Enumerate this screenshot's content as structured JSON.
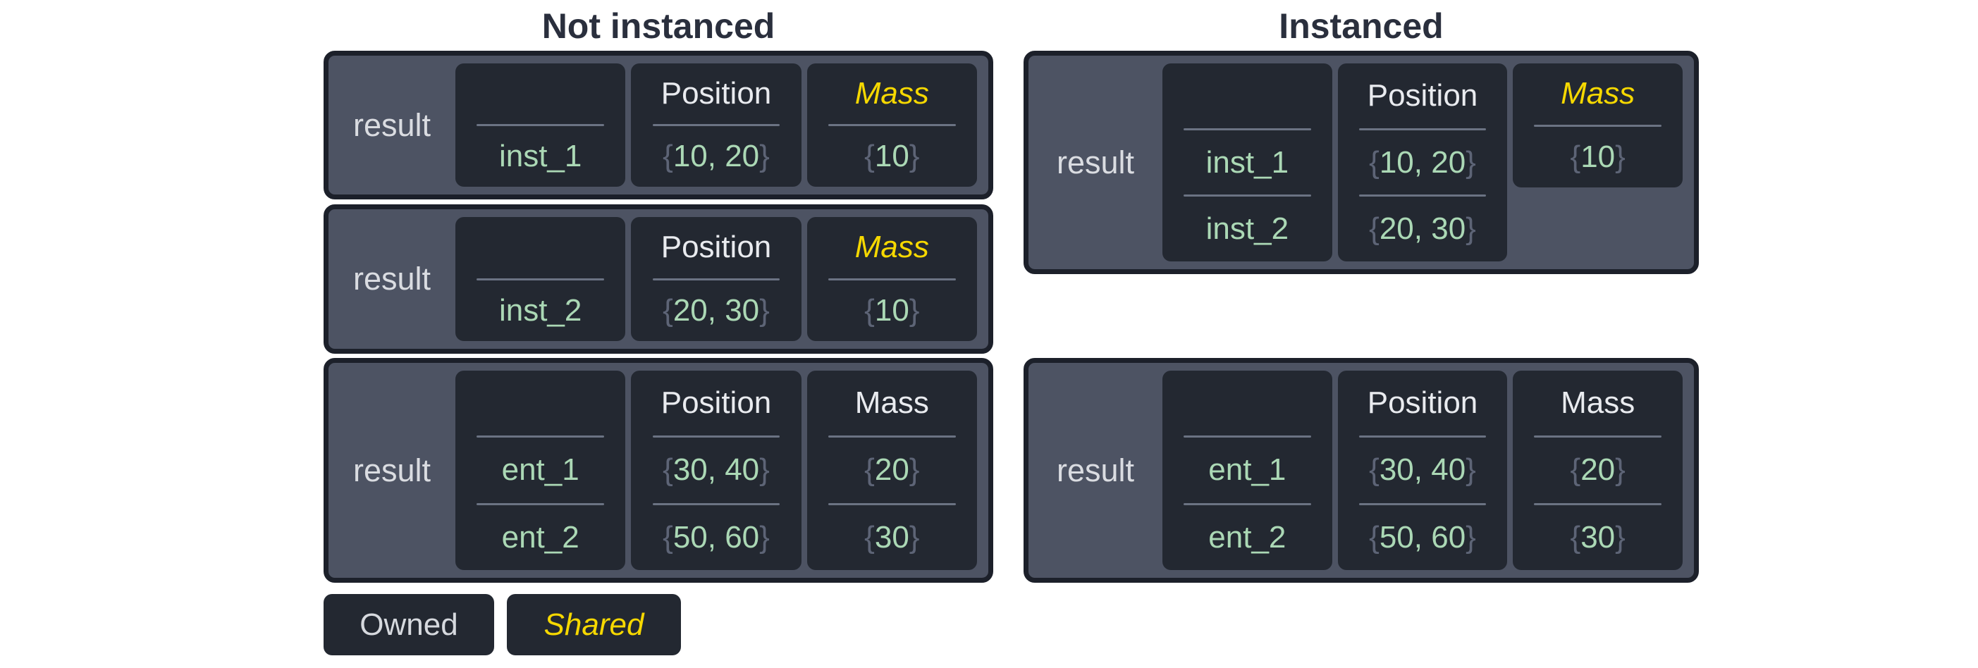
{
  "sections": [
    {
      "key": "ni",
      "title": "Not instanced",
      "tables": [
        {
          "label": "result",
          "columns": [
            {
              "name": "entity",
              "header": "",
              "shared": false,
              "short": false,
              "rows": [
                "inst_1"
              ]
            },
            {
              "name": "position",
              "header": "Position",
              "shared": false,
              "short": false,
              "rows": [
                "{10, 20}"
              ]
            },
            {
              "name": "mass",
              "header": "Mass",
              "shared": true,
              "short": false,
              "rows": [
                "{10}"
              ]
            }
          ]
        },
        {
          "label": "result",
          "columns": [
            {
              "name": "entity",
              "header": "",
              "shared": false,
              "short": false,
              "rows": [
                "inst_2"
              ]
            },
            {
              "name": "position",
              "header": "Position",
              "shared": false,
              "short": false,
              "rows": [
                "{20, 30}"
              ]
            },
            {
              "name": "mass",
              "header": "Mass",
              "shared": true,
              "short": false,
              "rows": [
                "{10}"
              ]
            }
          ]
        },
        {
          "label": "result",
          "columns": [
            {
              "name": "entity",
              "header": "",
              "shared": false,
              "short": false,
              "rows": [
                "ent_1",
                "ent_2"
              ]
            },
            {
              "name": "position",
              "header": "Position",
              "shared": false,
              "short": false,
              "rows": [
                "{30, 40}",
                "{50, 60}"
              ]
            },
            {
              "name": "mass",
              "header": "Mass",
              "shared": false,
              "short": false,
              "rows": [
                "{20}",
                "{30}"
              ]
            }
          ]
        }
      ]
    },
    {
      "key": "in",
      "title": "Instanced",
      "tables": [
        {
          "label": "result",
          "columns": [
            {
              "name": "entity",
              "header": "",
              "shared": false,
              "short": false,
              "rows": [
                "inst_1",
                "inst_2"
              ]
            },
            {
              "name": "position",
              "header": "Position",
              "shared": false,
              "short": false,
              "rows": [
                "{10, 20}",
                "{20, 30}"
              ]
            },
            {
              "name": "mass",
              "header": "Mass",
              "shared": true,
              "short": true,
              "rows": [
                "{10}"
              ]
            }
          ]
        },
        {
          "label": "result",
          "columns": [
            {
              "name": "entity",
              "header": "",
              "shared": false,
              "short": false,
              "rows": [
                "ent_1",
                "ent_2"
              ]
            },
            {
              "name": "position",
              "header": "Position",
              "shared": false,
              "short": false,
              "rows": [
                "{30, 40}",
                "{50, 60}"
              ]
            },
            {
              "name": "mass",
              "header": "Mass",
              "shared": false,
              "short": false,
              "rows": [
                "{20}",
                "{30}"
              ]
            }
          ]
        }
      ]
    }
  ],
  "legend": {
    "owned": "Owned",
    "shared": "Shared"
  },
  "colors": {
    "background": "#ffffff",
    "title_text": "#2a2f3d",
    "table_fill": "#4d5363",
    "table_border": "#1c202a",
    "cell_fill": "#232831",
    "label_text": "#dadce1",
    "header_text": "#e9ebef",
    "shared_text": "#f6d800",
    "value_text": "#abd8b5",
    "brace_text": "#5d6476",
    "separator": "#6b7383",
    "legend_owned_text": "#d6d9de"
  }
}
